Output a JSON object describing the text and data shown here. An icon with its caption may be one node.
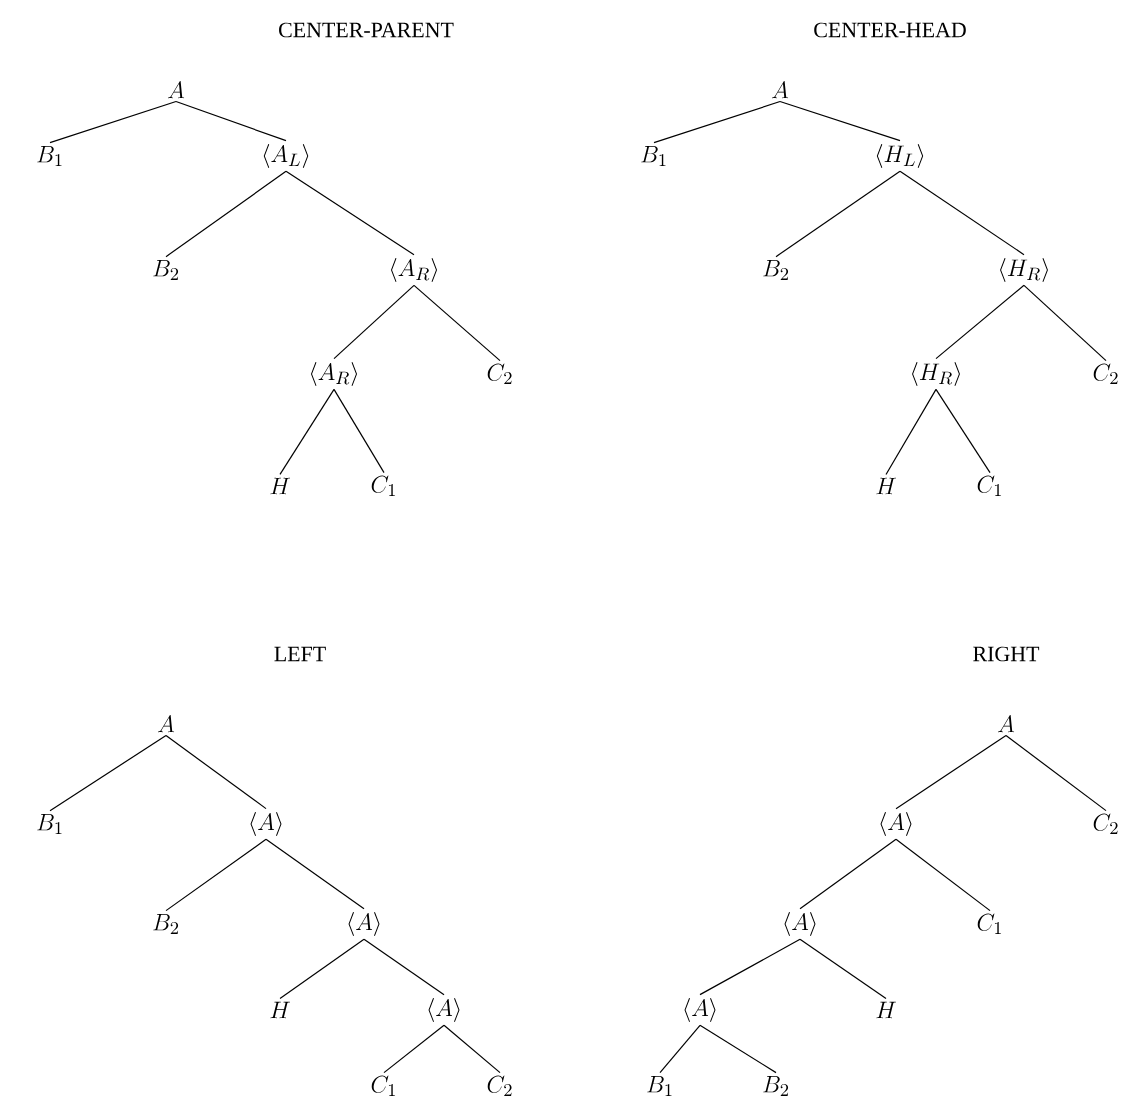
{
  "diagram": {
    "nodes": [
      {
        "text": [
          "A"
        ]
      },
      {
        "text": [
          "B_1"
        ]
      },
      {
        "text": [
          "\\langle A_L\\rangle"
        ]
      },
      {
        "text": [
          "B_2"
        ]
      },
      {
        "text": [
          "\\langle A_R\\rangle"
        ]
      },
      {
        "text": [
          "\\langle A_R\\rangle"
        ]
      },
      {
        "text": [
          "C_2"
        ]
      },
      {
        "text": [
          "H"
        ]
      },
      {
        "text": [
          "C_1"
        ]
      },
      {
        "text": [
          "A"
        ]
      },
      {
        "text": [
          "B_1"
        ]
      },
      {
        "text": [
          "\\langle H_L\\rangle"
        ]
      },
      {
        "text": [
          "B_2"
        ]
      },
      {
        "text": [
          "\\langle H_R\\rangle"
        ]
      },
      {
        "text": [
          "\\langle H_R\\rangle"
        ]
      },
      {
        "text": [
          "C_2"
        ]
      },
      {
        "text": [
          "H"
        ]
      },
      {
        "text": [
          "C_1"
        ]
      },
      {
        "text": [
          "A"
        ]
      },
      {
        "text": [
          "B_1"
        ]
      },
      {
        "text": [
          "\\langle A\\rangle"
        ]
      },
      {
        "text": [
          "B_2"
        ]
      },
      {
        "text": [
          "\\langle A\\rangle"
        ]
      },
      {
        "text": [
          "H"
        ]
      },
      {
        "text": [
          "\\langle A\\rangle"
        ]
      },
      {
        "text": [
          "C_1"
        ]
      },
      {
        "text": [
          "C_2"
        ]
      },
      {
        "text": [
          "A"
        ]
      },
      {
        "text": [
          "\\langle A\\rangle"
        ]
      },
      {
        "text": [
          "C_2"
        ]
      },
      {
        "text": [
          "\\langle A\\rangle"
        ]
      },
      {
        "text": [
          "C_1"
        ]
      },
      {
        "text": [
          "\\langle A\\rangle"
        ]
      },
      {
        "text": [
          "H"
        ]
      },
      {
        "text": [
          "B_1"
        ]
      },
      {
        "text": [
          "B_2"
        ]
      }
    ],
    "edges": [
      {
        "from": 0,
        "to": 1,
        "arrow": "none"
      },
      {
        "from": 0,
        "to": 2,
        "arrow": "none"
      },
      {
        "from": 2,
        "to": 3,
        "arrow": "none"
      },
      {
        "from": 2,
        "to": 4,
        "arrow": "none"
      },
      {
        "from": 4,
        "to": 5,
        "arrow": "none"
      },
      {
        "from": 4,
        "to": 6,
        "arrow": "none"
      },
      {
        "from": 5,
        "to": 7,
        "arrow": "none"
      },
      {
        "from": 5,
        "to": 8,
        "arrow": "none"
      },
      {
        "from": 9,
        "to": 10,
        "arrow": "none"
      },
      {
        "from": 9,
        "to": 11,
        "arrow": "none"
      },
      {
        "from": 11,
        "to": 12,
        "arrow": "none"
      },
      {
        "from": 11,
        "to": 13,
        "arrow": "none"
      },
      {
        "from": 13,
        "to": 14,
        "arrow": "none"
      },
      {
        "from": 13,
        "to": 15,
        "arrow": "none"
      },
      {
        "from": 14,
        "to": 16,
        "arrow": "none"
      },
      {
        "from": 14,
        "to": 17,
        "arrow": "none"
      },
      {
        "from": 18,
        "to": 19,
        "arrow": "none"
      },
      {
        "from": 18,
        "to": 20,
        "arrow": "none"
      },
      {
        "from": 20,
        "to": 21,
        "arrow": "none"
      },
      {
        "from": 20,
        "to": 22,
        "arrow": "none"
      },
      {
        "from": 22,
        "to": 23,
        "arrow": "none"
      },
      {
        "from": 22,
        "to": 24,
        "arrow": "none"
      },
      {
        "from": 24,
        "to": 25,
        "arrow": "none"
      },
      {
        "from": 24,
        "to": 26,
        "arrow": "none"
      },
      {
        "from": 27,
        "to": 28,
        "arrow": "none"
      },
      {
        "from": 27,
        "to": 29,
        "arrow": "none"
      },
      {
        "from": 28,
        "to": 30,
        "arrow": "none"
      },
      {
        "from": 28,
        "to": 31,
        "arrow": "none"
      },
      {
        "from": 30,
        "to": 32,
        "arrow": "none"
      },
      {
        "from": 30,
        "to": 33,
        "arrow": "none"
      },
      {
        "from": 32,
        "to": 34,
        "arrow": "none"
      },
      {
        "from": 32,
        "to": 35,
        "arrow": "none"
      }
    ],
    "labels": [
      "CENTER-PARENT",
      "CENTER-HEAD",
      "LEFT",
      "RIGHT"
    ]
  }
}
